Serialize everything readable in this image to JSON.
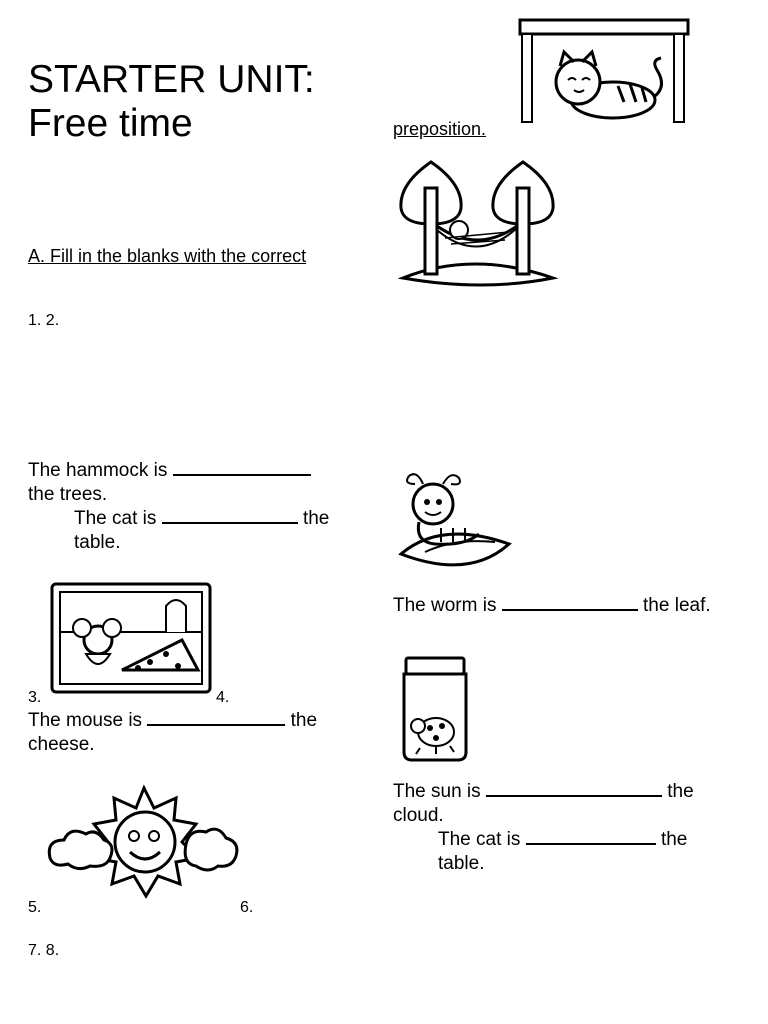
{
  "title": {
    "line1": "STARTER UNIT:",
    "line2": "Free time"
  },
  "instruction": {
    "part1": "A. Fill in the blanks with the correct",
    "part2": "preposition."
  },
  "numbers": {
    "n12": "1. 2.",
    "n3": "3.",
    "n4": "4.",
    "n5": "5.",
    "n6": "6.",
    "n78": "7. 8."
  },
  "sentences": {
    "hammock": {
      "start": "The hammock is",
      "end": "the trees."
    },
    "cat_left": {
      "start": "The cat is",
      "mid": "the",
      "end": "table."
    },
    "worm": {
      "start": "The worm is",
      "end": "the  leaf."
    },
    "mouse": {
      "start": "The mouse is",
      "mid": "the",
      "end": "cheese."
    },
    "sun": {
      "start": "The sun is",
      "mid": "the",
      "end": "cloud."
    },
    "cat_right": {
      "start": "The cat is",
      "mid": "the",
      "end": "table."
    }
  },
  "colors": {
    "ink": "#000000",
    "paper": "#ffffff"
  },
  "icons": [
    "cat-under-table-icon",
    "hammock-between-trees-icon",
    "worm-on-leaf-icon",
    "mouse-behind-cheese-icon",
    "ladybug-in-jar-icon",
    "sun-between-clouds-icon"
  ]
}
